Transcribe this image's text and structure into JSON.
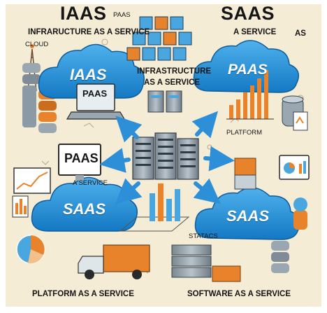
{
  "colors": {
    "background": "#f5ecd6",
    "cloud_blue": "#1e8fd6",
    "server_gray": "#8c9aa6",
    "orange": "#e8822b",
    "arrow_blue": "#2c8fd8",
    "text": "#151515"
  },
  "headings": {
    "iaas": "IAAS",
    "paas_small": "PAAS",
    "saas": "SAAS",
    "infrastructure_top": "INFRARUCTURE AS A SERVICE",
    "a_service_top": "A SERVICE",
    "as_right": "AS",
    "cloud": "CLOUD",
    "infrastructure_center": "INFRASTRUCTURE",
    "as_a_service_center": "AS A SERVICE",
    "platform": "PLATFORM",
    "a_service_left": "A SERVICE",
    "statacs": "STATACS",
    "footer_left": "PLATFORM AS A SERVICE",
    "footer_right": "SOFTWARE AS A SERVICE"
  },
  "clouds": {
    "top_left": "IAAS",
    "top_right": "PAAS",
    "bottom_left": "SAAS",
    "bottom_right": "SAAS"
  },
  "screens": {
    "laptop": "PAAS",
    "monitor": "PAAS"
  },
  "icons": [
    "cloud-icon",
    "server-rack-icon",
    "database-icon",
    "laptop-icon",
    "monitor-icon",
    "bar-chart-icon",
    "pie-chart-icon",
    "truck-icon",
    "arrow-icon",
    "cube-icon"
  ]
}
